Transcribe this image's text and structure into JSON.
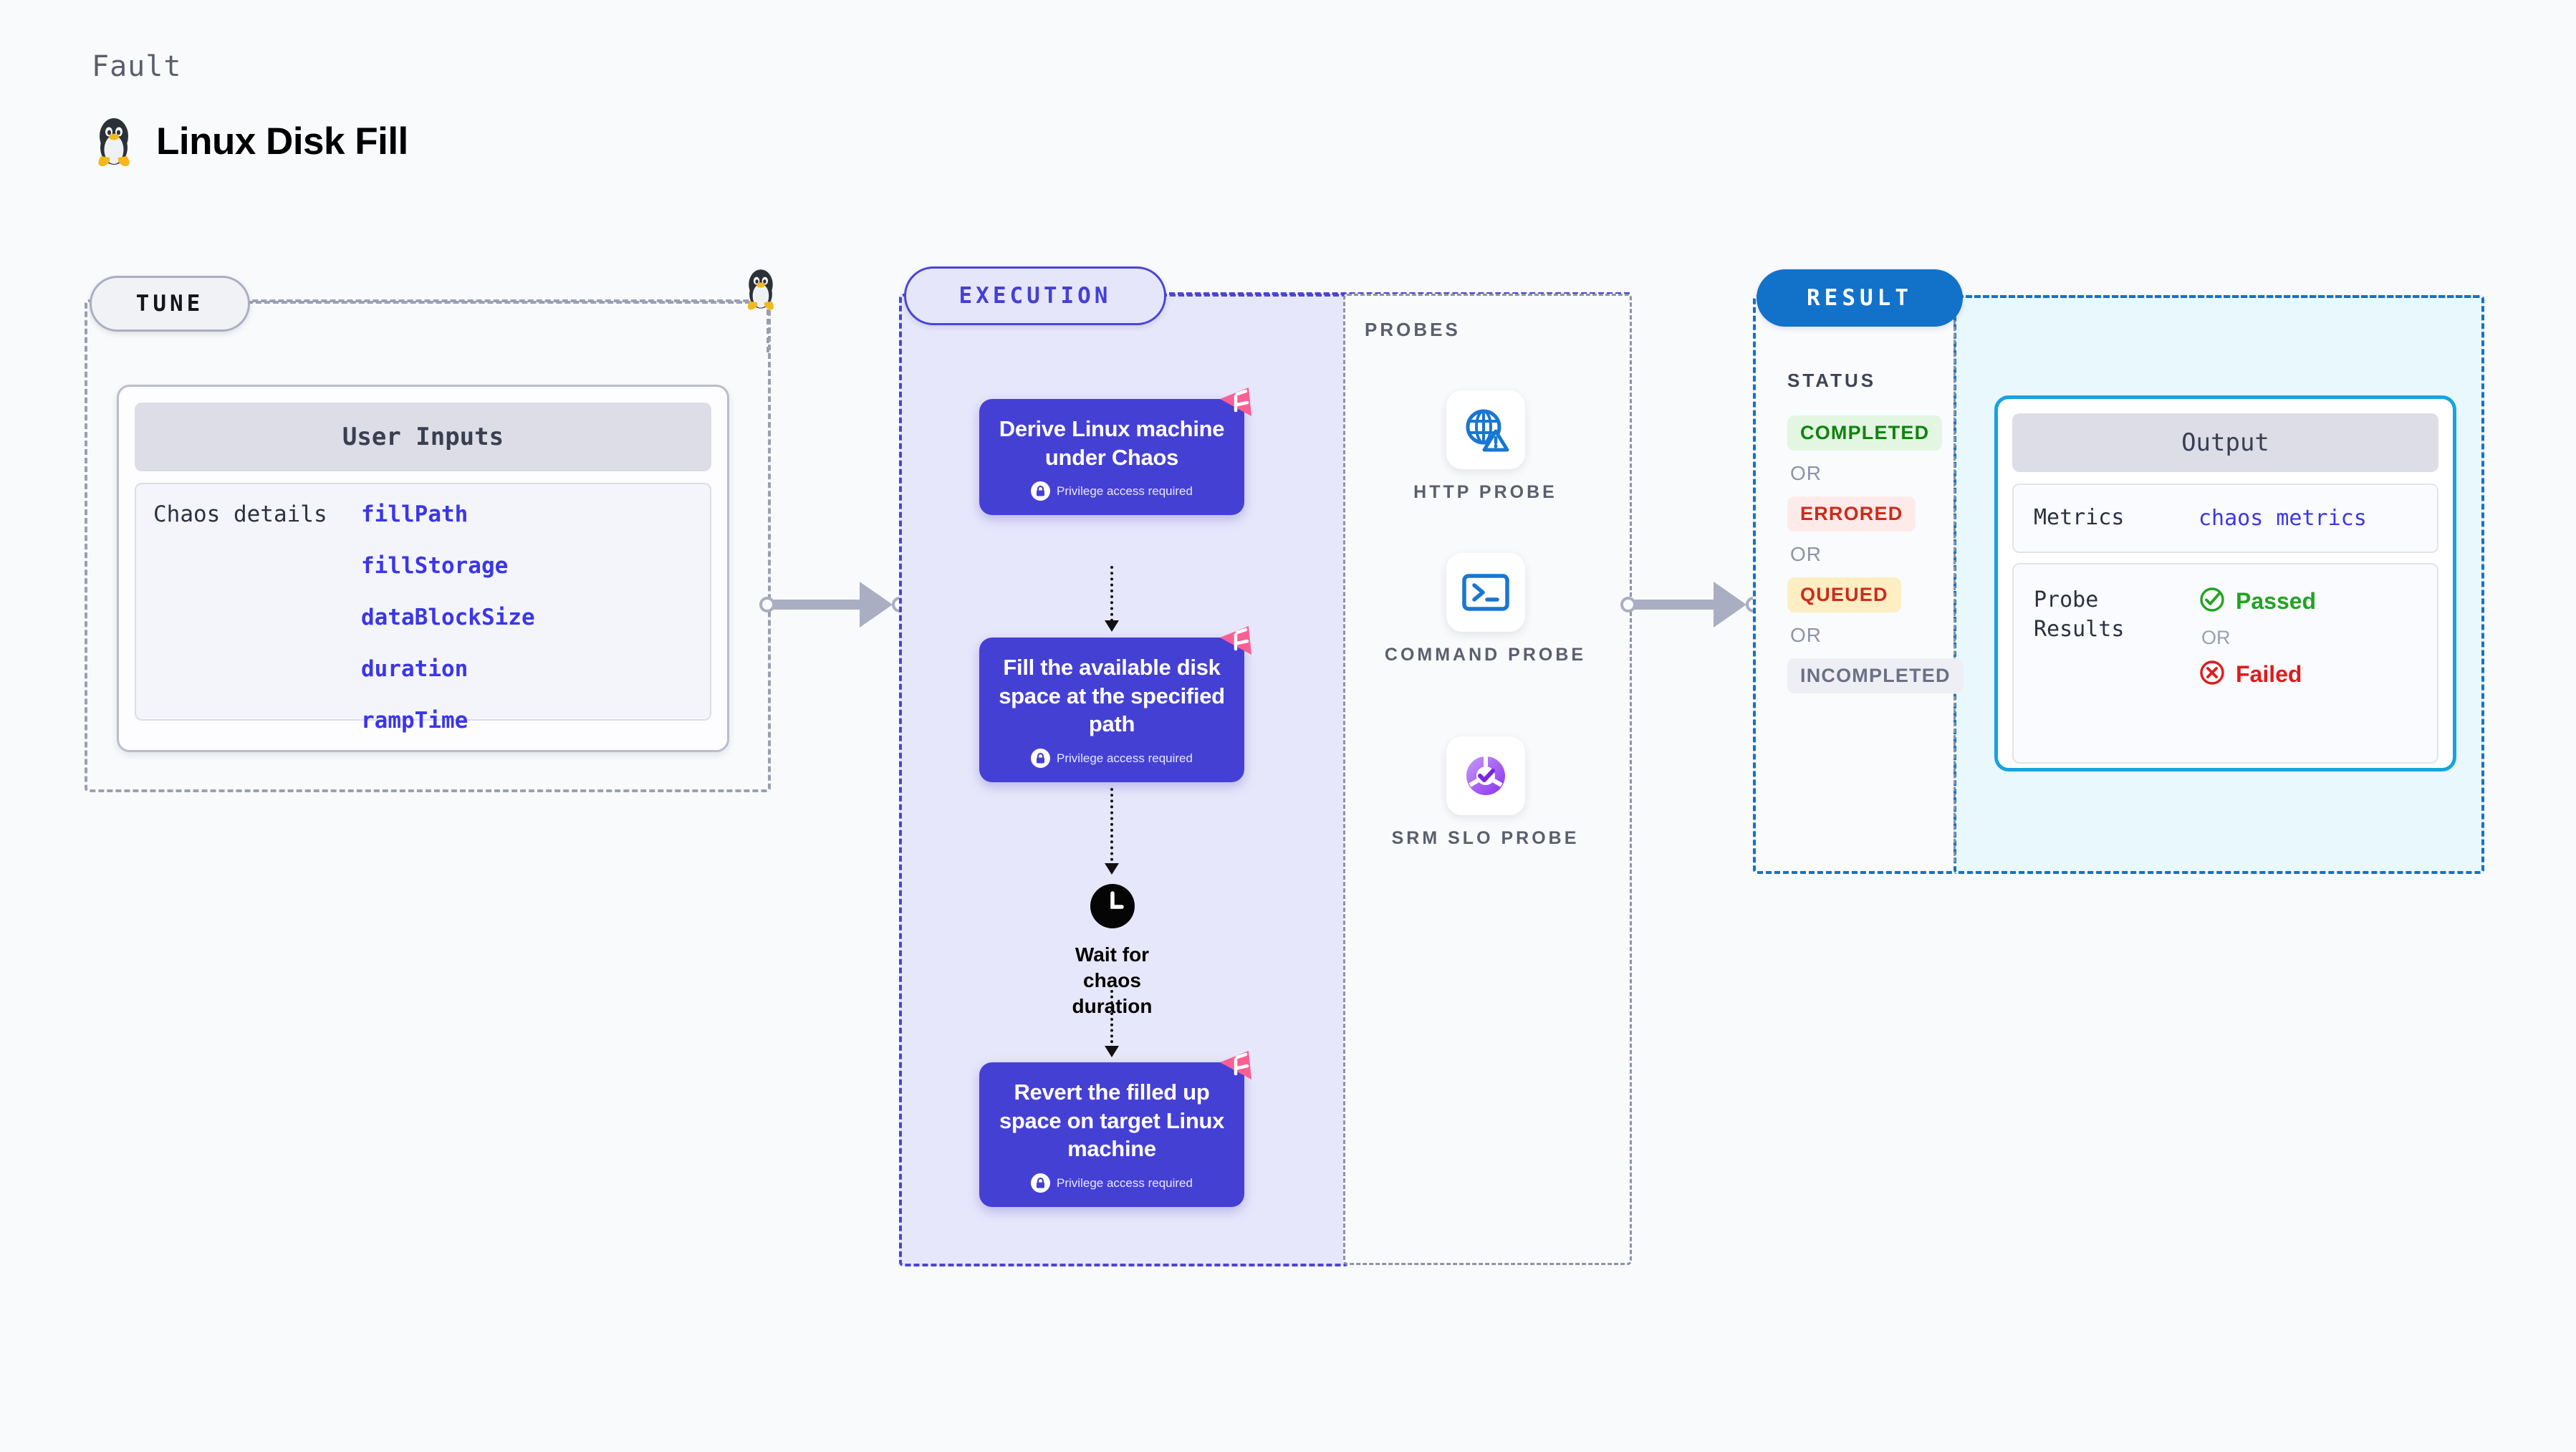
{
  "header": {
    "fault_label": "Fault",
    "title": "Linux Disk Fill",
    "icon": "linux-tux-icon"
  },
  "tune": {
    "pill_label": "TUNE",
    "card": {
      "header": "User Inputs",
      "row_label": "Chaos details",
      "params": [
        "fillPath",
        "fillStorage",
        "dataBlockSize",
        "duration",
        "rampTime"
      ]
    },
    "connector_icon": "linux-tux-icon"
  },
  "execution": {
    "pill_label": "EXECUTION",
    "privilege_note": "Privilege access required",
    "badge_icon": "chaos-flag-icon",
    "steps": [
      {
        "type": "card",
        "title": "Derive Linux machine under Chaos",
        "privilege": true
      },
      {
        "type": "card",
        "title": "Fill the available disk space at the specified path",
        "privilege": true
      },
      {
        "type": "wait",
        "title": "Wait for chaos duration",
        "icon": "clock-icon"
      },
      {
        "type": "card",
        "title": "Revert the filled up space on target Linux machine",
        "privilege": true
      }
    ]
  },
  "probes": {
    "label": "PROBES",
    "items": [
      {
        "label": "HTTP PROBE",
        "icon": "globe-warning-icon"
      },
      {
        "label": "COMMAND PROBE",
        "icon": "terminal-icon"
      },
      {
        "label": "SRM SLO PROBE",
        "icon": "slo-donut-check-icon"
      }
    ]
  },
  "result": {
    "pill_label": "RESULT",
    "status_label": "STATUS",
    "or_label": "OR",
    "statuses": [
      {
        "label": "COMPLETED",
        "bg": "#e2f6e2",
        "color": "#10820f"
      },
      {
        "label": "ERRORED",
        "bg": "#fdebea",
        "color": "#cf2a1d"
      },
      {
        "label": "QUEUED",
        "bg": "#fdeec3",
        "color": "#cf2a1d"
      },
      {
        "label": "INCOMPLETED",
        "bg": "#eeeff5",
        "color": "#6b7085"
      }
    ],
    "output": {
      "header": "Output",
      "metrics_label": "Metrics",
      "metrics_value": "chaos metrics",
      "probe_results_label": "Probe Results",
      "passed_label": "Passed",
      "failed_label": "Failed",
      "or_label": "OR",
      "passed_icon": "check-circle-icon",
      "failed_icon": "x-circle-icon",
      "passed_color": "#22a322",
      "failed_color": "#e01b1b"
    }
  },
  "colors": {
    "execution_accent": "#4540d4",
    "result_accent": "#1272ca",
    "tune_accent": "#9aa0b0",
    "param_text": "#3b36e8",
    "probe_blue": "#1976d2"
  }
}
